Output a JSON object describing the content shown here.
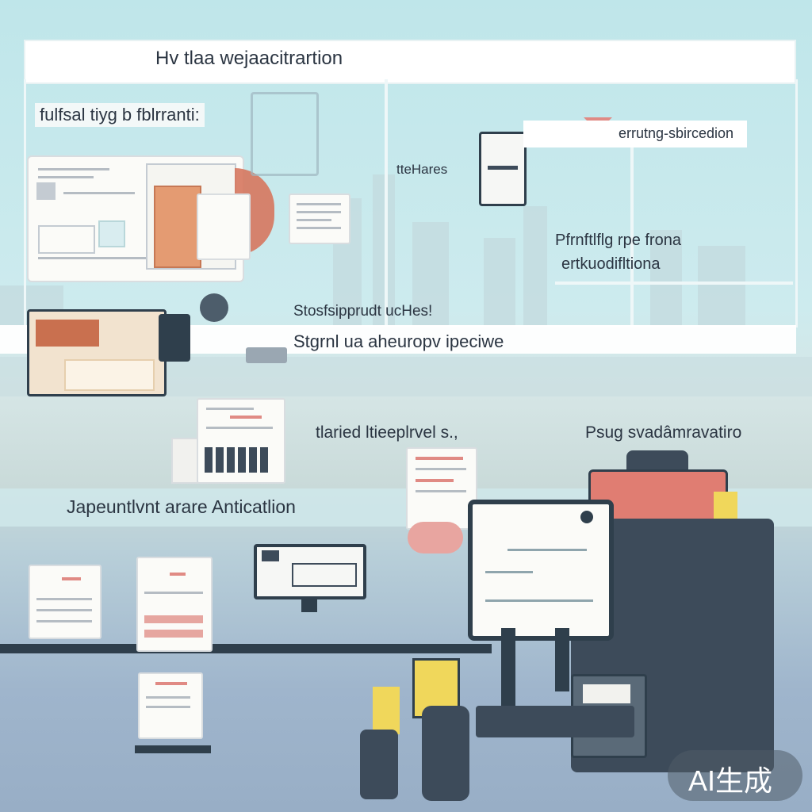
{
  "texts": {
    "title": "Hv tlaa wejaacitrartion",
    "subtitle_left": "fulfsal tiyg b fblrranti:",
    "badge_top_right": "errutng-sbircedion",
    "label_center": "tteHares",
    "label_right_1": "Pfrnftlflg rpe frona",
    "label_right_2": "ertkuodifltiona",
    "label_mid": "Stosfsipprudt ucHes!",
    "band_text": "Stgrnl ua aheuropv ipeciwe",
    "label_tablet": "tlaried ltieeplrvel s.,",
    "label_right_3": "Psug svadâmravatiro",
    "label_bottom_band": "Japeuntlvnt arare Anticatlion",
    "watermark": "AI生成"
  },
  "colors": {
    "accent": "#e08a84",
    "dark": "#3d4b5a",
    "band": "#ffffff",
    "yellow": "#f0d75b"
  }
}
